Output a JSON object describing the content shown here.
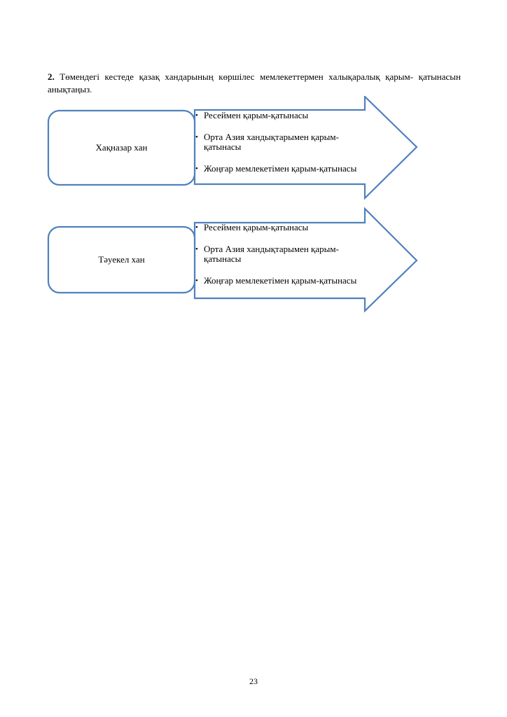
{
  "task": {
    "number": "2.",
    "text_line1": "Төмендегі кестеде қазақ хандарының көршілес мемлекеттермен халықаралық қарым-",
    "text_line2": "қатынасын анықтаңыз",
    "text_end": "."
  },
  "khans": [
    {
      "name": "Хақназар хан",
      "relations": [
        "Ресеймен қарым-қатынасы",
        "Орта Азия хандықтарымен қарым-қатынасы",
        "Жоңғар мемлекетімен қарым-қатынасы"
      ]
    },
    {
      "name": "Тәуекел хан",
      "relations": [
        "Ресеймен қарым-қатынасы",
        "Орта Азия хандықтарымен қарым-қатынасы",
        "Жоңғар мемлекетімен қарым-қатынасы"
      ]
    }
  ],
  "colors": {
    "shape_stroke": "#4f81bd"
  },
  "page_number": "23"
}
